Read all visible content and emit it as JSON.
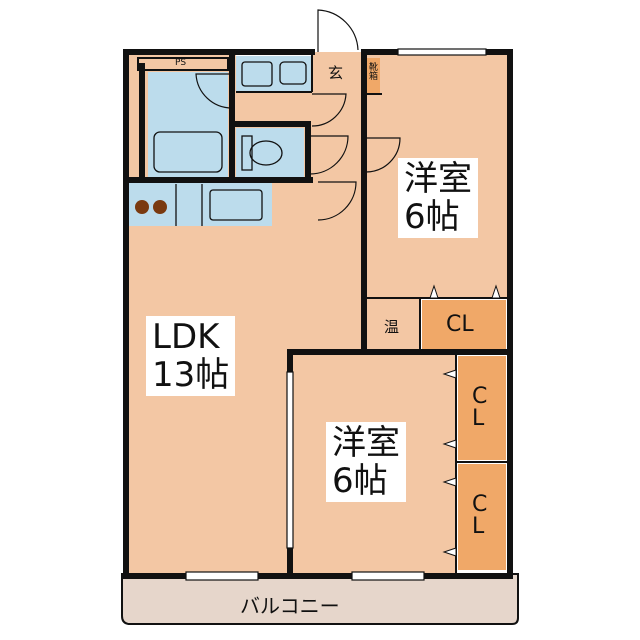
{
  "colors": {
    "floor": "#f3c7a4",
    "wet": "#bcdcec",
    "closet": "#f0a868",
    "wall": "#111111",
    "balcony": "#e6d6cb",
    "burner": "#7a3a10"
  },
  "rooms": {
    "ldk": {
      "name": "LDK",
      "size": "13帖"
    },
    "bedroom_1": {
      "name": "洋室",
      "size": "6帖"
    },
    "bedroom_2": {
      "name": "洋室",
      "size": "6帖"
    }
  },
  "labels": {
    "closet_1": "CL",
    "closet_2": "C\nL",
    "closet_3": "C\nL",
    "water_heater": "温",
    "entrance": "玄",
    "shoe_box": "靴箱",
    "pipe_space": "PS",
    "balcony": "バルコニー"
  }
}
